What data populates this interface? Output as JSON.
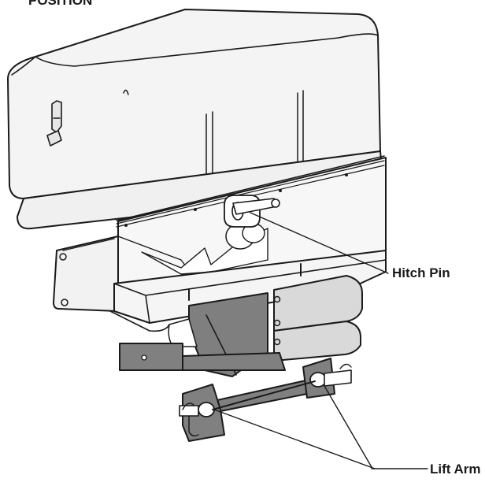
{
  "title_fragment": "POSITION",
  "callouts": {
    "hitch_pin": "Hitch Pin",
    "lift_arm": "Lift Arm"
  },
  "colors": {
    "line": "#1a1a1a",
    "hopper_fill": "#f2f2f2",
    "bracket_fill": "#808080",
    "shadow_fill": "#c8c8c8"
  }
}
